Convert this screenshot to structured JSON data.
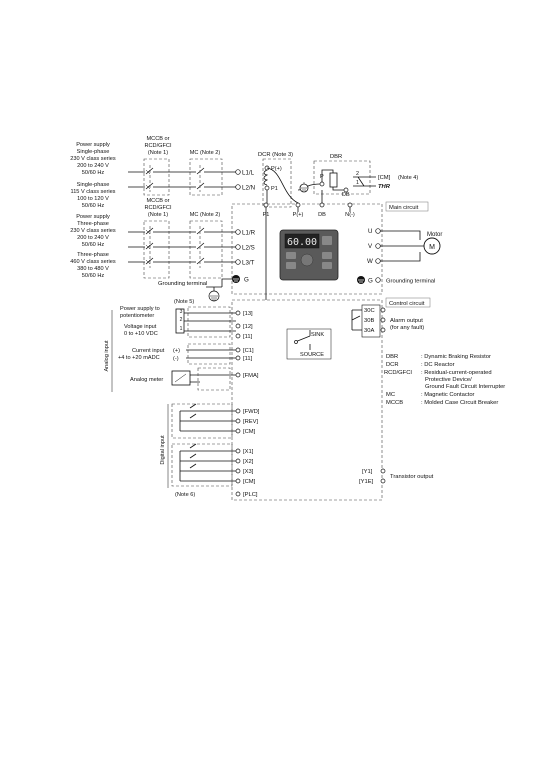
{
  "supplies": [
    {
      "l1": "Power supply",
      "l2": "Single-phase",
      "l3": "230 V class series",
      "l4": "200 to 240 V",
      "l5": "50/60 Hz"
    },
    {
      "l1": "Single-phase",
      "l2": "115 V class series",
      "l3": "100 to 120 V",
      "l4": "50/60 Hz",
      "l5": ""
    },
    {
      "l1": "Power supply",
      "l2": "Three-phase",
      "l3": "230 V class series",
      "l4": "200 to 240 V",
      "l5": "50/60 Hz"
    },
    {
      "l1": "Three-phase",
      "l2": "460 V class series",
      "l3": "380 to 480 V",
      "l4": "50/60 Hz",
      "l5": ""
    }
  ],
  "mccb_label": {
    "l1": "MCCB or",
    "l2": "RCD/GFCI",
    "l3": "(Note 1)"
  },
  "mc_label": "MC (Note 2)",
  "input_terminals": [
    "L1/L",
    "L2/N",
    "L1/R",
    "L2/S",
    "L3/T",
    "G"
  ],
  "dcr_label": "DCR (Note 3)",
  "dbr_label": "DBR",
  "dc_terminals": {
    "p_plus": "P(+)",
    "p1": "P1",
    "p1b": "P1",
    "pplus2": "P(+)",
    "db": "DB",
    "nminus": "N(-)",
    "p": "P",
    "db2": "DB",
    "two": "2",
    "one": "1"
  },
  "cm_label": "[CM]",
  "thr_label": "THR",
  "note4": "(Note 4)",
  "main_circuit": "Main circuit",
  "display_digits": "60.00",
  "output_terminals": [
    "U",
    "V",
    "W",
    "G"
  ],
  "motor_label": "Motor",
  "motor_symbol": "M",
  "grounding_terminal_right": "Grounding terminal",
  "grounding_terminal_left": "Grounding terminal",
  "control_circuit": "Control circuit",
  "note5": "(Note 5)",
  "pot_label": {
    "l1": "Power supply to",
    "l2": "potentiometer"
  },
  "pot_numbers": [
    "3",
    "2",
    "1"
  ],
  "voltage_input": {
    "l1": "Voltage input",
    "l2": "0 to +10 VDC"
  },
  "current_input": {
    "l1": "Current input",
    "l2": "+4 to +20 mADC"
  },
  "plus_minus": [
    "(+)",
    "(-)"
  ],
  "analog_meter": "Analog meter",
  "analog_input_label": "Analog input",
  "digital_input_label": "Digital input",
  "control_terminals": [
    "[13]",
    "[12]",
    "[11]",
    "[C1]",
    "[11]",
    "[FMA]",
    "[FWD]",
    "[REV]",
    "[CM]",
    "[X1]",
    "[X2]",
    "[X3]",
    "[CM]",
    "[PLC]"
  ],
  "sink_label": "SINK",
  "source_label": "SOURCE",
  "alarm_terminals": [
    "30C",
    "30B",
    "30A"
  ],
  "alarm_output": {
    "l1": "Alarm output",
    "l2": "(for any fault)"
  },
  "transistor_terminals": [
    "[Y1]",
    "[Y1E]"
  ],
  "transistor_output": "Transistor output",
  "note6": "(Note 6)",
  "legend": [
    {
      "abbr": "DBR",
      "desc": ": Dynamic Braking Resistor"
    },
    {
      "abbr": "DCR",
      "desc": ": DC Reactor"
    },
    {
      "abbr": "RCD/GFCI",
      "desc": ": Residual-current-operated"
    },
    {
      "abbr": "",
      "desc": "Protective Device/"
    },
    {
      "abbr": "",
      "desc": "Ground Fault Circuit Interrupter"
    },
    {
      "abbr": "MC",
      "desc": ": Magnetic Contactor"
    },
    {
      "abbr": "MCCB",
      "desc": ": Molded Case Circuit Breaker"
    }
  ]
}
